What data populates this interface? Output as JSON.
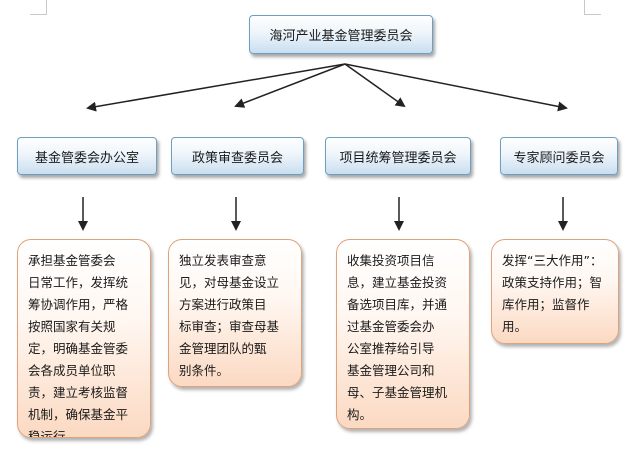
{
  "root": {
    "label": "海河产业基金管理委员会"
  },
  "committees": [
    {
      "label": "基金管委会办公室",
      "description": "承担基金管委会\n日常工作，发挥统\n筹协调作用，严格\n按照国家有关规\n定，明确基金管委\n会各成员单位职\n责，建立考核监督\n机制，确保基金平\n稳运行。"
    },
    {
      "label": "政策审查委员会",
      "description": "独立发表审查意\n见，对母基金设立\n方案进行政策目\n标审查；审查母基\n金管理团队的甄\n别条件。"
    },
    {
      "label": "项目统筹管理委员会",
      "description": "收集投资项目信\n息，建立基金投资\n备选项目库，并通\n过基金管委会办\n公室推荐给引导\n基金管理公司和\n母、子基金管理机\n构。"
    },
    {
      "label": "专家顾问委员会",
      "description": "发挥“三大作用”：\n政策支持作用；智\n库作用；监督作\n用。"
    }
  ],
  "colors": {
    "node_border": "#6f9fc0",
    "desc_border": "#e0a27a",
    "arrow": "#222222"
  }
}
